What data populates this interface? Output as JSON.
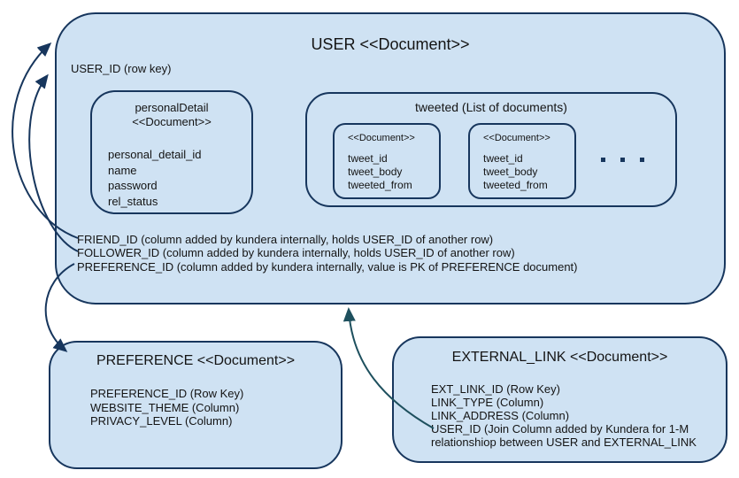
{
  "colors": {
    "box_fill": "#cfe2f3",
    "box_border": "#17365d",
    "arrow": "#17365d",
    "arrow_alt": "#1e505e",
    "text": "#141414",
    "background": "#ffffff"
  },
  "user_box": {
    "title": "USER <<Document>>",
    "row_key": "USER_ID (row key)",
    "personal_detail": {
      "title_line1": "personalDetail",
      "title_line2": "<<Document>>",
      "fields": [
        "personal_detail_id",
        "name",
        "password",
        "rel_status"
      ]
    },
    "tweeted": {
      "title": "tweeted (List of documents)",
      "documents": [
        {
          "label": "<<Document>>",
          "fields": [
            "tweet_id",
            "tweet_body",
            "tweeted_from"
          ]
        },
        {
          "label": "<<Document>>",
          "fields": [
            "tweet_id",
            "tweet_body",
            "tweeted_from"
          ]
        }
      ],
      "ellipsis": ". . ."
    },
    "columns": [
      "FRIEND_ID (column added by kundera internally, holds USER_ID of another row)",
      "FOLLOWER_ID (column added by kundera internally, holds USER_ID of another row)",
      "PREFERENCE_ID (column added by kundera internally, value is PK of PREFERENCE document)"
    ]
  },
  "preference_box": {
    "title": "PREFERENCE <<Document>>",
    "fields": [
      "PREFERENCE_ID (Row Key)",
      "WEBSITE_THEME (Column)",
      "PRIVACY_LEVEL (Column)"
    ]
  },
  "external_link_box": {
    "title": "EXTERNAL_LINK <<Document>>",
    "fields": [
      "EXT_LINK_ID (Row Key)",
      "LINK_TYPE (Column)",
      "LINK_ADDRESS (Column)",
      "USER_ID (Join Column added by Kundera for 1-M",
      "relationshiop between USER and EXTERNAL_LINK"
    ]
  }
}
